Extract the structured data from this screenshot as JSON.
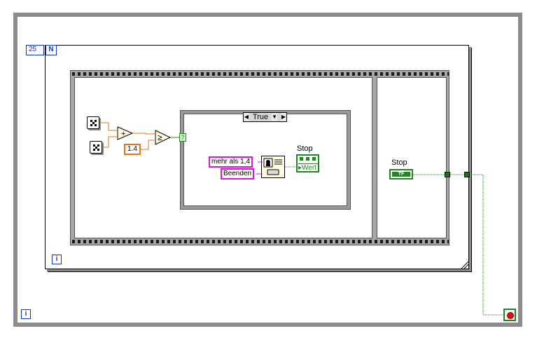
{
  "while_loop": {
    "iteration_terminal": "i",
    "stop_button_icon": "stop-icon"
  },
  "for_loop": {
    "count_value": "25",
    "count_terminal": "N",
    "iteration_terminal": "i"
  },
  "case_structure": {
    "selector_value": "True",
    "left_arrow": "◀",
    "dropdown_arrow": "▼",
    "right_arrow": "▶",
    "selector_input": "?"
  },
  "nodes": {
    "random_1": "dice-icon",
    "random_2": "dice-icon",
    "add_symbol": "+",
    "compare_symbol": "≥",
    "constant_value": "1.4",
    "message_text": "mehr als 1,4",
    "button_text": "Beenden",
    "dialog_icon": "dialog-icon",
    "stop_label_inner": "Stop",
    "stop_value_label": "Wert",
    "stop_label_outer": "Stop",
    "stop_local_text": "TF"
  },
  "colors": {
    "structure_border": "#8c8c8c",
    "integer_blue": "#1038c8",
    "numeric_orange": "#e07818",
    "string_pink": "#d11cd1",
    "boolean_green": "#208820"
  }
}
